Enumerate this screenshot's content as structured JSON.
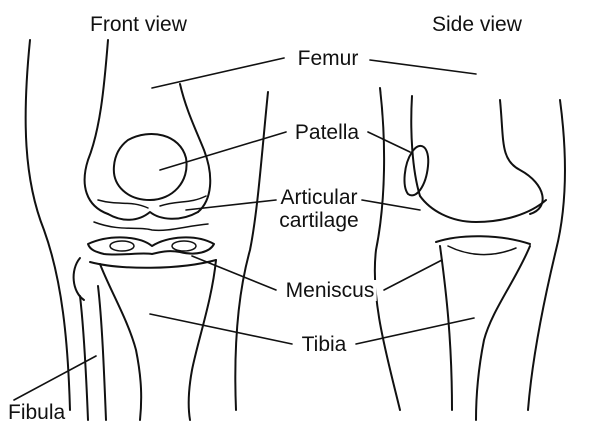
{
  "titles": {
    "front": "Front view",
    "side": "Side view"
  },
  "labels": {
    "femur": "Femur",
    "patella": "Patella",
    "articular_line1": "Articular",
    "articular_line2": "cartilage",
    "meniscus": "Meniscus",
    "tibia": "Tibia",
    "fibula": "Fibula"
  },
  "colors": {
    "ink": "#111111",
    "paper": "#ffffff"
  }
}
